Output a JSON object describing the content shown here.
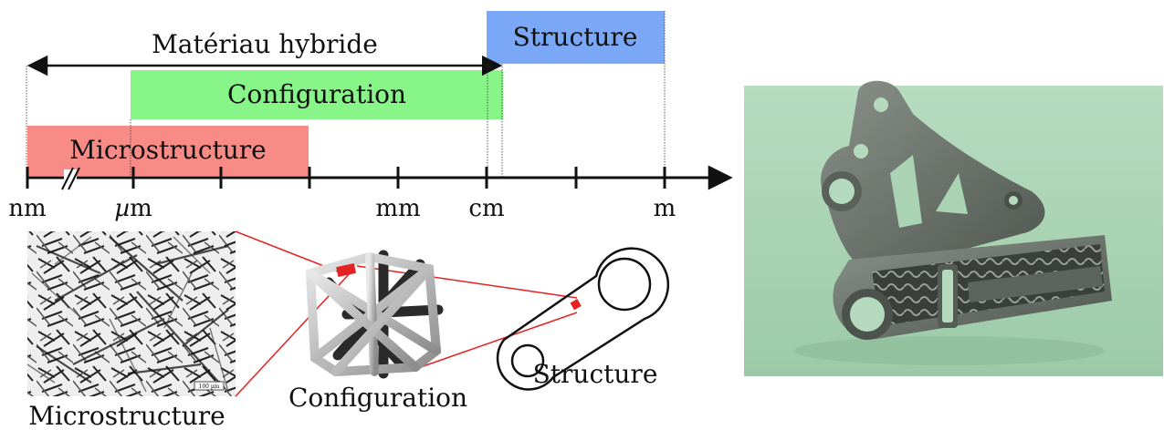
{
  "scale_bar": {
    "title": "Matériau hybride",
    "bands": {
      "structure": {
        "label": "Structure",
        "color": "#7aa8f7"
      },
      "configuration": {
        "label": "Configuration",
        "color": "#87f587"
      },
      "microstructure": {
        "label": "Microstructure",
        "color": "#f98b86"
      }
    },
    "ticks": {
      "nm": "nm",
      "um_prefix": "µ",
      "um_unit": "m",
      "mm": "mm",
      "cm": "cm",
      "m": "m"
    }
  },
  "captions": {
    "microstructure": "Microstructure",
    "configuration": "Configuration",
    "structure": "Structure"
  },
  "micrograph": {
    "scale_text": "100 µm"
  },
  "colors": {
    "highlight": "#e52222",
    "render_bg": "#a8d2b2",
    "part": "#6f766f"
  }
}
